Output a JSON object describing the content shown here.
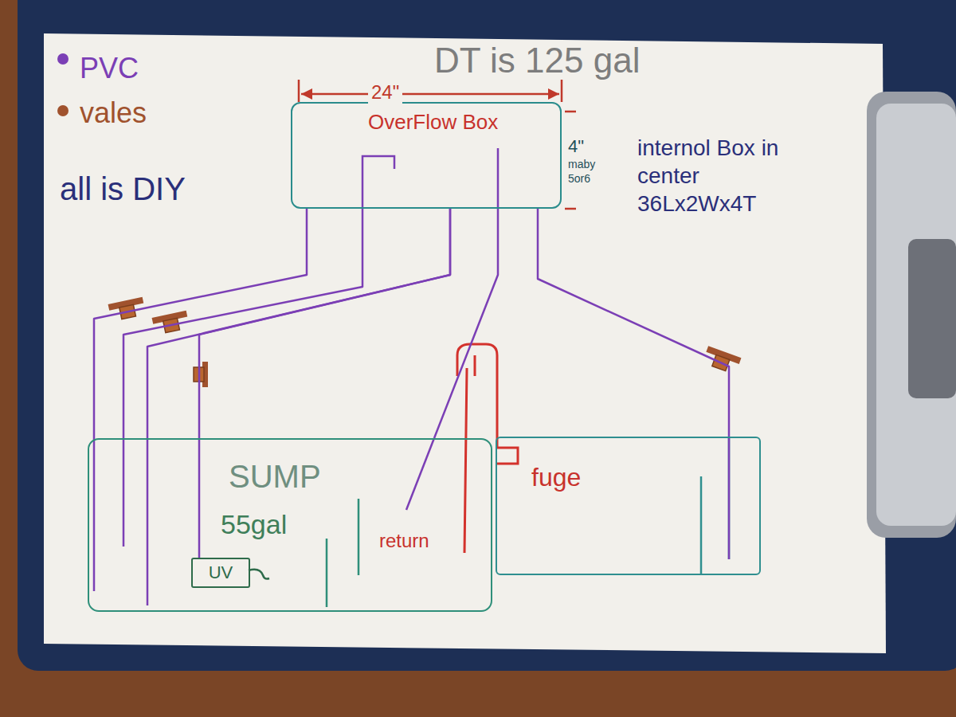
{
  "diagram": {
    "title": "DT is 125 gal",
    "nodes": [
      {
        "text": [
          "OverFlow Box"
        ]
      },
      {
        "text": [
          "SUMP",
          "55gal"
        ]
      },
      {
        "text": [
          "UV"
        ],
        "in": 1
      },
      {
        "text": [
          "fuge"
        ]
      }
    ],
    "edges": [
      {
        "from": 0,
        "to": 1,
        "arrow": "none"
      },
      {
        "from": 0,
        "to": 1,
        "arrow": "none"
      },
      {
        "from": 0,
        "to": 1,
        "arrow": "none"
      },
      {
        "from": 0,
        "to": 2,
        "arrow": "none"
      },
      {
        "from": 0,
        "to": 3,
        "arrow": "none"
      },
      {
        "from": 1,
        "to": 0,
        "arrow": "none"
      }
    ],
    "labels": [
      "24\"",
      "4\"",
      "maby 5or6",
      "internol Box in center 36Lx2Wx4T",
      "all is DIY",
      "return"
    ],
    "legend": [
      {
        "text": "PVC",
        "color": "#7b3fb5"
      },
      {
        "text": "vales",
        "color": "#a0522d"
      }
    ]
  }
}
